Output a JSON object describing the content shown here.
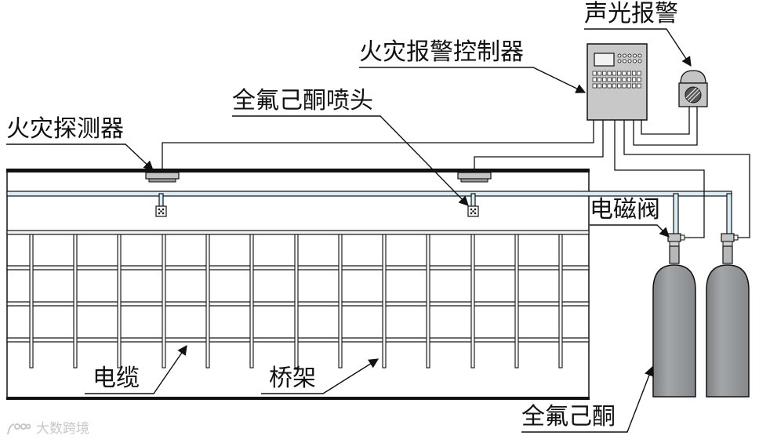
{
  "labels": {
    "alarm_light": "声光报警",
    "controller": "火灾报警控制器",
    "nozzle": "全氟己酮喷头",
    "detector": "火灾探测器",
    "solenoid_valve": "电磁阀",
    "cable": "电缆",
    "tray": "桥架",
    "agent_cylinder": "全氟己酮"
  },
  "watermark": "大数跨境",
  "colors": {
    "pipe": "#d7ecf4",
    "cylinder": "#8f9295",
    "line": "#111111",
    "device": "#c4c4c4"
  }
}
